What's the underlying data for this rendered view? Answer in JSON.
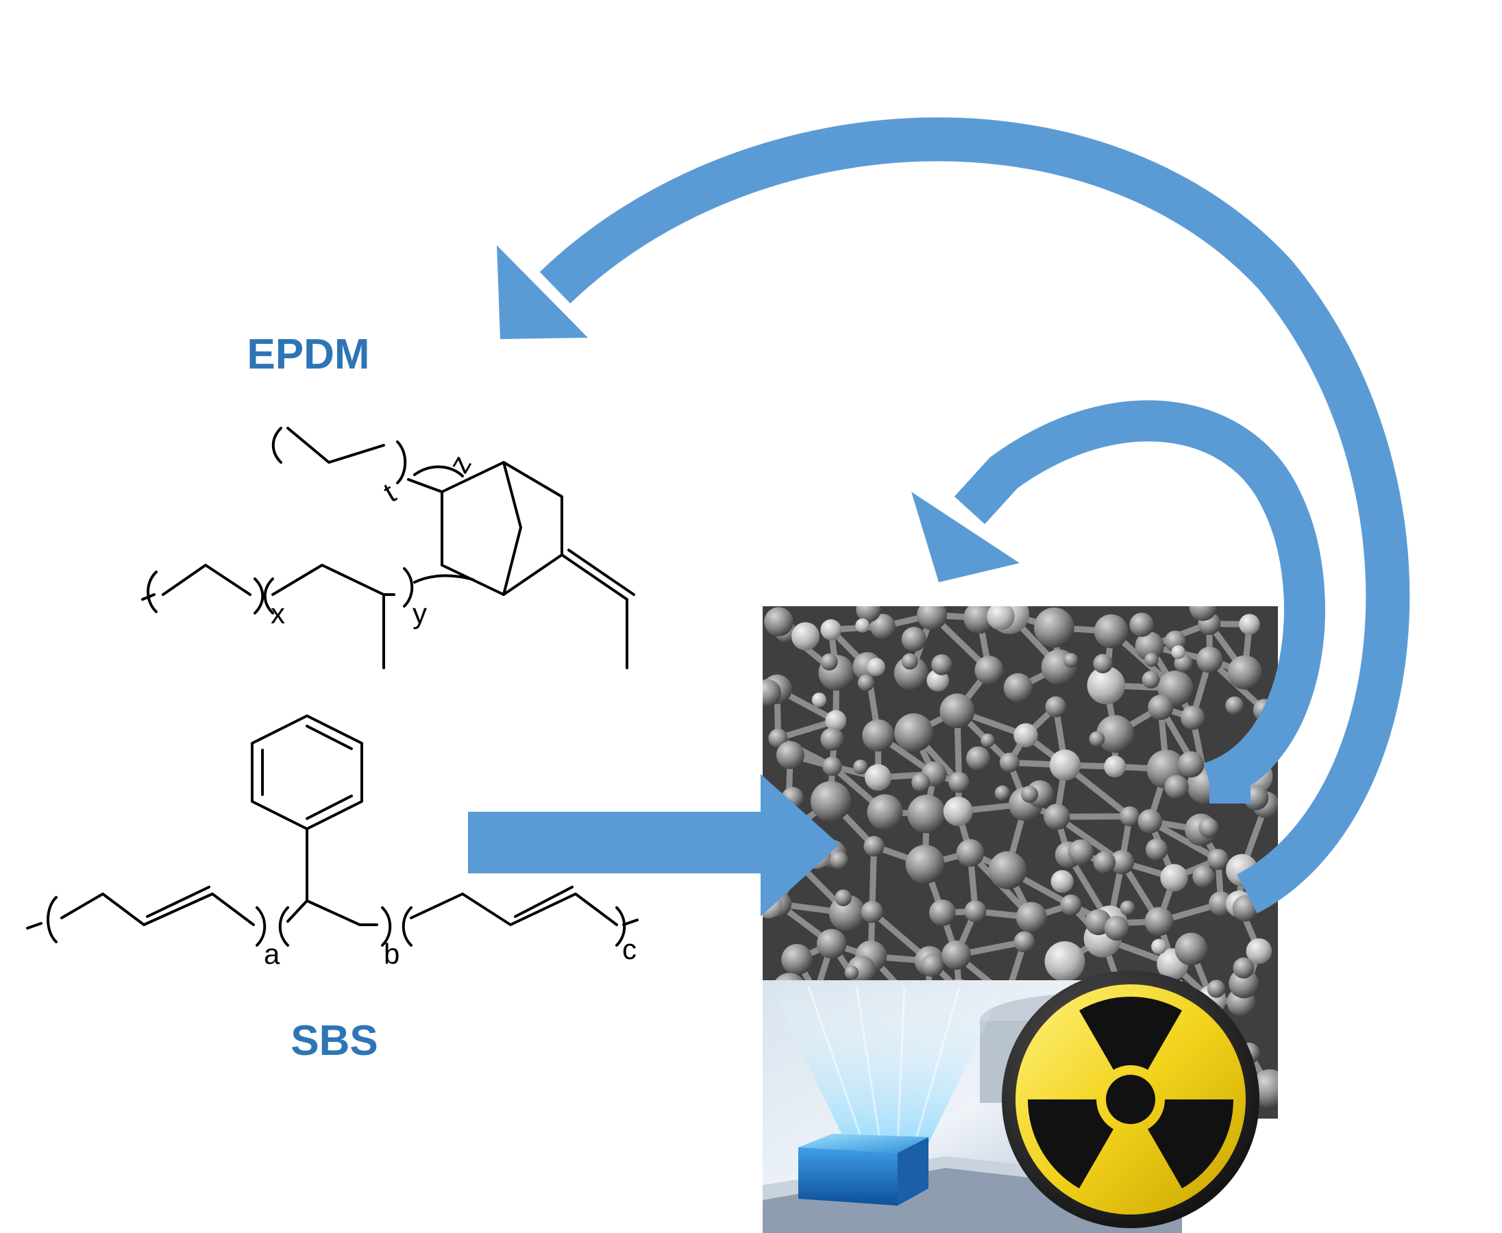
{
  "labels": {
    "epdm": "EPDM",
    "sbs": "SBS"
  },
  "subscripts": {
    "x": "x",
    "y": "y",
    "z": "z",
    "t": "t",
    "a": "a",
    "b": "b",
    "c": "c"
  },
  "colors": {
    "arrow": "#5b9bd5",
    "label": "#2e75b6",
    "bond": "#000000",
    "radiation_yellow": "#f2d21b",
    "radiation_ring": "#1a1a1a"
  },
  "icons": {
    "radiation": "radiation-trefoil-icon",
    "porous_network": "porous-network-micrograph",
    "detector": "glowing-scintillator-detector"
  }
}
